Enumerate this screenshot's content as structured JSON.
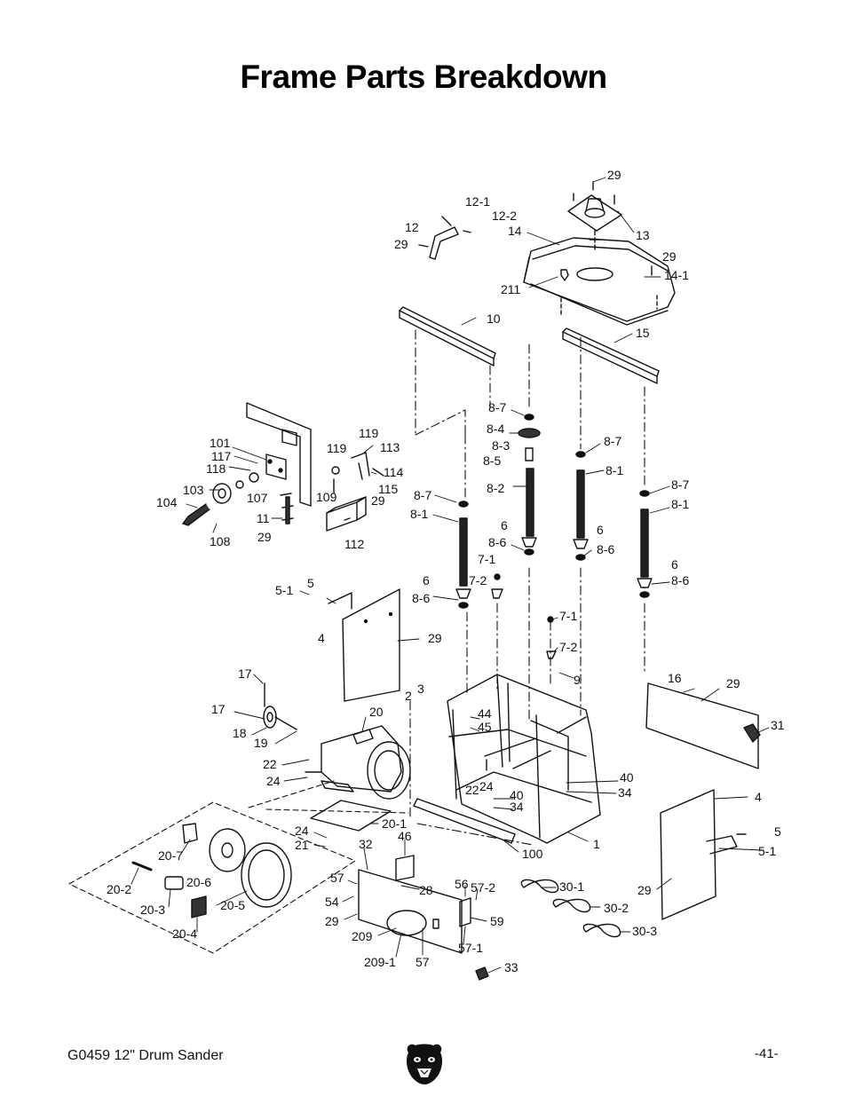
{
  "page": {
    "title": "Frame Parts Breakdown",
    "footer_left": "G0459 12\" Drum Sander",
    "page_number": "-41-"
  },
  "colors": {
    "ink": "#111111",
    "paper": "#ffffff"
  },
  "icons": {
    "brand_logo": "bear-head-logo"
  },
  "callouts": {
    "c29_top": "29",
    "c12_1": "12-1",
    "c12_2": "12-2",
    "c12": "12",
    "c14": "14",
    "c13": "13",
    "c29_12": "29",
    "c29_141": "29",
    "c14_1": "14-1",
    "c211": "211",
    "c10": "10",
    "c15": "15",
    "c101": "101",
    "c117": "117",
    "c118": "118",
    "c119a": "119",
    "c119b": "119",
    "c113": "113",
    "c114": "114",
    "c115": "115",
    "c103": "103",
    "c107": "107",
    "c109": "109",
    "c29_112": "29",
    "c104": "104",
    "c11": "11",
    "c108": "108",
    "c29_11": "29",
    "c112": "112",
    "c8_7a": "8-7",
    "c8_4": "8-4",
    "c8_3": "8-3",
    "c8_5": "8-5",
    "c8_2": "8-2",
    "c8_7b": "8-7",
    "c8_1b": "8-1",
    "c8_7c": "8-7",
    "c8_1c": "8-1",
    "c8_7d": "8-7",
    "c8_1d": "8-1",
    "c6a": "6",
    "c8_6a": "8-6",
    "c6b": "6",
    "c8_6b": "8-6",
    "c7_1a": "7-1",
    "c6c": "6",
    "c7_2a": "7-2",
    "c8_6c": "8-6",
    "c6d": "6",
    "c8_6d": "8-6",
    "c5_1a": "5-1",
    "c5a": "5",
    "c4a": "4",
    "c29_4": "29",
    "c7_1b": "7-1",
    "c7_2b": "7-2",
    "c9": "9",
    "c17a": "17",
    "c17b": "17",
    "c18": "18",
    "c19": "19",
    "c20": "20",
    "c2": "2",
    "c3": "3",
    "c44": "44",
    "c45": "45",
    "c16": "16",
    "c29_16": "29",
    "c31": "31",
    "c22a": "22",
    "c24a": "24",
    "c40a": "40",
    "c34a": "34",
    "c22b": "22",
    "c24b": "24",
    "c40b": "40",
    "c34b": "34",
    "c4b": "4",
    "c5b": "5",
    "c5_1b": "5-1",
    "c1": "1",
    "c100": "100",
    "c24c": "24",
    "c21": "21",
    "c20_1": "20-1",
    "c46": "46",
    "c32": "32",
    "c20_7": "20-7",
    "c20_6": "20-6",
    "c20_2": "20-2",
    "c20_3": "20-3",
    "c20_5": "20-5",
    "c20_4": "20-4",
    "c57a": "57",
    "c28": "28",
    "c56": "56",
    "c57_2": "57-2",
    "c54": "54",
    "c29_54": "29",
    "c209": "209",
    "c209_1": "209-1",
    "c57b": "57",
    "c59": "59",
    "c57_1": "57-1",
    "c33": "33",
    "c30_1": "30-1",
    "c30_2": "30-2",
    "c30_3": "30-3",
    "c29_4b": "29"
  }
}
